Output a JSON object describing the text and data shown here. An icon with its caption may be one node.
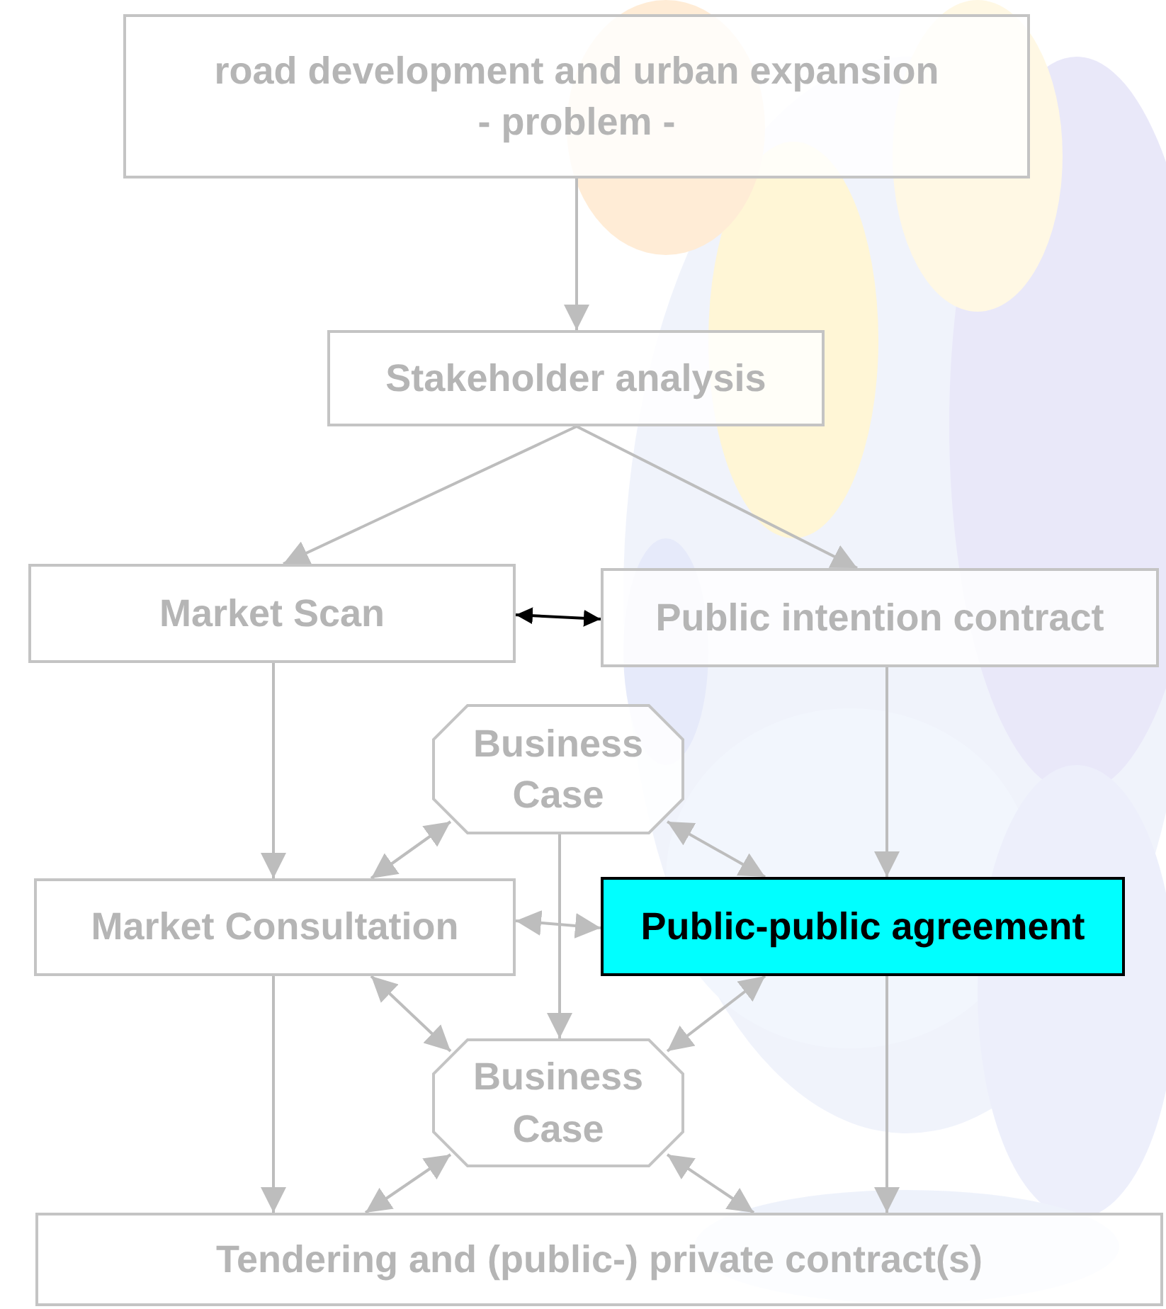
{
  "diagram": {
    "nodes": [
      {
        "text": [
          "road development and urban expansion",
          "- problem -"
        ]
      },
      {
        "text": [
          "Stakeholder analysis"
        ]
      },
      {
        "text": [
          "Market Scan"
        ]
      },
      {
        "text": [
          "Public intention contract"
        ]
      },
      {
        "text": [
          "Business Case"
        ]
      },
      {
        "text": [
          "Market Consultation"
        ]
      },
      {
        "text": [
          "Public-public agreement"
        ]
      },
      {
        "text": [
          "Business Case"
        ]
      },
      {
        "text": [
          "Tendering and (public-) private contract(s)"
        ]
      }
    ],
    "edges": [
      {
        "from": 0,
        "to": 1,
        "arrow": "to"
      },
      {
        "from": 1,
        "to": 2,
        "arrow": "to"
      },
      {
        "from": 1,
        "to": 3,
        "arrow": "to"
      },
      {
        "from": 2,
        "to": 3,
        "arrow": "both",
        "color": "#000000"
      },
      {
        "from": 2,
        "to": 5,
        "arrow": "to"
      },
      {
        "from": 3,
        "to": 6,
        "arrow": "to"
      },
      {
        "from": 4,
        "to": 5,
        "arrow": "both"
      },
      {
        "from": 4,
        "to": 6,
        "arrow": "both"
      },
      {
        "from": 5,
        "to": 6,
        "arrow": "both"
      },
      {
        "from": 4,
        "to": 7,
        "arrow": "to"
      },
      {
        "from": 7,
        "to": 5,
        "arrow": "both"
      },
      {
        "from": 7,
        "to": 6,
        "arrow": "both"
      },
      {
        "from": 5,
        "to": 8,
        "arrow": "to"
      },
      {
        "from": 6,
        "to": 8,
        "arrow": "to"
      },
      {
        "from": 7,
        "to": 8,
        "arrow": "both"
      },
      {
        "from": 7,
        "to": 8,
        "arrow": "both"
      }
    ]
  }
}
